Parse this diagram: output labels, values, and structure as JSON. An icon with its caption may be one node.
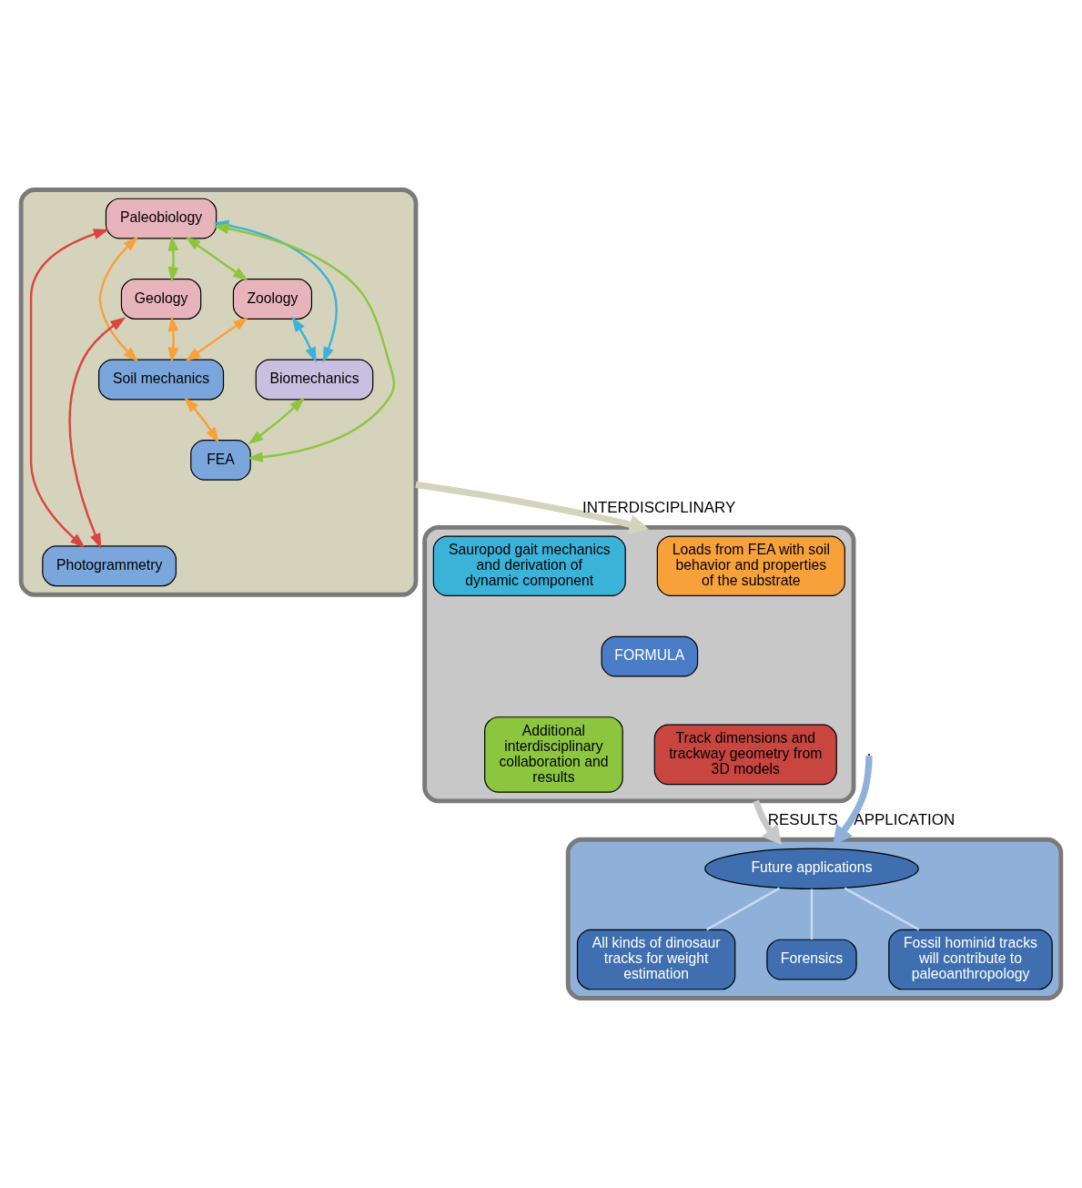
{
  "diagram": {
    "nodes": [
      {
        "text": [],
        "shape": "gear"
      },
      {
        "text": [
          "Paleobiology"
        ],
        "in": 0
      },
      {
        "text": [
          "Zoology"
        ],
        "in": 0
      },
      {
        "text": [
          "Geology"
        ],
        "in": 0
      },
      {
        "text": [
          "Biomechanics"
        ],
        "in": 0
      },
      {
        "text": [
          "Soil mechanics"
        ],
        "in": 0
      },
      {
        "text": [
          "FEA"
        ],
        "in": 0
      },
      {
        "text": [
          "Photogrammetry"
        ],
        "in": 0
      },
      {
        "text": [],
        "shape": "gear"
      },
      {
        "text": [
          "Loads from FEA with soil behavior and properties of the substrate"
        ],
        "in": 8
      },
      {
        "text": [
          "Sauropod gait mechanics and derivation of dynamic component"
        ],
        "in": 8
      },
      {
        "text": [
          "FORMULA"
        ],
        "in": 8
      },
      {
        "text": [
          "Additional interdisciplinary collaboration and results"
        ],
        "in": 8
      },
      {
        "text": [
          "Track dimensions and trackway geometry from 3D models"
        ],
        "in": 8
      },
      {
        "text": [],
        "shape": "gear"
      },
      {
        "text": [
          "All kinds of dinosaur tracks for weight estimation"
        ],
        "in": 14
      },
      {
        "text": [
          "Forensics"
        ],
        "in": 14
      },
      {
        "text": [
          "Future applications"
        ],
        "in": 14
      },
      {
        "text": [
          "Fossil hominid tracks will contribute to paleoanthropology"
        ],
        "in": 14
      }
    ],
    "edges": [
      {
        "from": 0,
        "to": 8,
        "arrow": "to",
        "label": "INTERDISCIPLINARY",
        "style": "thick",
        "color": "#d6d3bd"
      },
      {
        "from": 1,
        "to": 2,
        "arrow": "both",
        "color": "#8cc63f"
      },
      {
        "from": 1,
        "to": 3,
        "arrow": "both",
        "color": "#8cc63f"
      },
      {
        "from": 1,
        "to": 5,
        "arrow": "both",
        "color": "#f7a13a"
      },
      {
        "from": 1,
        "to": 7,
        "arrow": "both",
        "color": "#d9453f"
      },
      {
        "from": 1,
        "to": 6,
        "arrow": "both",
        "color": "#8cc63f"
      },
      {
        "from": 1,
        "to": 4,
        "arrow": "both",
        "color": "#3bb3d9"
      },
      {
        "from": 2,
        "to": 4,
        "arrow": "both",
        "color": "#3bb3d9"
      },
      {
        "from": 2,
        "to": 5,
        "arrow": "both",
        "color": "#f7a13a"
      },
      {
        "from": 3,
        "to": 5,
        "arrow": "both",
        "color": "#f7a13a"
      },
      {
        "from": 3,
        "to": 7,
        "arrow": "both",
        "color": "#d9453f"
      },
      {
        "from": 4,
        "to": 6,
        "arrow": "both",
        "color": "#8cc63f"
      },
      {
        "from": 5,
        "to": 6,
        "arrow": "both",
        "color": "#f7a13a"
      },
      {
        "from": 8,
        "to": 14,
        "arrow": "to",
        "label": "RESULTS",
        "style": "thick",
        "color": "#c8c8c8"
      },
      {
        "from": null,
        "to": 14,
        "arrow": "to",
        "label": "APPLICATION",
        "style": "thick",
        "color": "#8fb0d8"
      },
      {
        "from": 17,
        "to": 15,
        "arrow": "none",
        "color": "#c9dbef"
      },
      {
        "from": 17,
        "to": 16,
        "arrow": "none",
        "color": "#c9dbef"
      },
      {
        "from": 17,
        "to": 18,
        "arrow": "none",
        "color": "#c9dbef"
      }
    ]
  }
}
